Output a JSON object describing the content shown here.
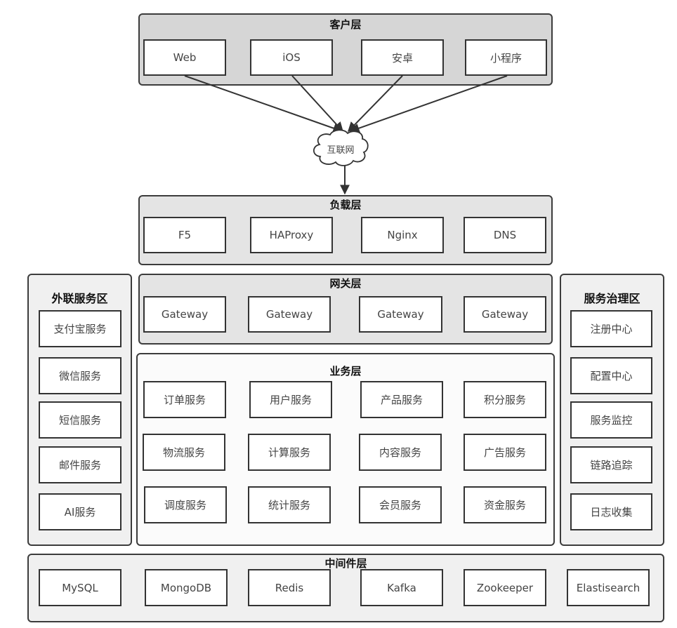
{
  "client_layer": {
    "title": "客户层",
    "items": [
      "Web",
      "iOS",
      "安卓",
      "小程序"
    ]
  },
  "internet": {
    "label": "互联网"
  },
  "load_layer": {
    "title": "负载层",
    "items": [
      "F5",
      "HAProxy",
      "Nginx",
      "DNS"
    ]
  },
  "gateway_layer": {
    "title": "网关层",
    "items": [
      "Gateway",
      "Gateway",
      "Gateway",
      "Gateway"
    ]
  },
  "business_layer": {
    "title": "业务层",
    "rows": [
      [
        "订单服务",
        "用户服务",
        "产品服务",
        "积分服务"
      ],
      [
        "物流服务",
        "计算服务",
        "内容服务",
        "广告服务"
      ],
      [
        "调度服务",
        "统计服务",
        "会员服务",
        "资金服务"
      ]
    ]
  },
  "external_zone": {
    "title": "外联服务区",
    "items": [
      "支付宝服务",
      "微信服务",
      "短信服务",
      "邮件服务",
      "AI服务"
    ]
  },
  "governance_zone": {
    "title": "服务治理区",
    "items": [
      "注册中心",
      "配置中心",
      "服务监控",
      "链路追踪",
      "日志收集"
    ]
  },
  "middleware_layer": {
    "title": "中间件层",
    "items": [
      "MySQL",
      "MongoDB",
      "Redis",
      "Kafka",
      "Zookeeper",
      "Elastisearch"
    ]
  }
}
